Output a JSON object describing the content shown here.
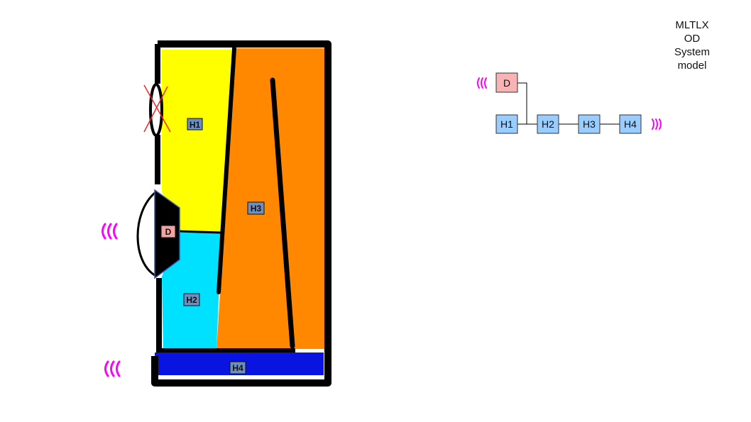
{
  "title": [
    "MLTLX",
    "OD",
    "System",
    "model"
  ],
  "cabinet": {
    "labels": {
      "h1": "H1",
      "h2": "H2",
      "h3": "H3",
      "h4": "H4",
      "d": "D"
    },
    "colors": {
      "h1": "#ffff00",
      "h2": "#00e0ff",
      "h3": "#ff8800",
      "h4": "#0a14e0",
      "driver": "#000000",
      "wall": "#000000",
      "label_bg_h": "#6a8fc0",
      "label_bg_d": "#f4a3a3"
    }
  },
  "system_model": {
    "nodes": {
      "d": "D",
      "h1": "H1",
      "h2": "H2",
      "h3": "H3",
      "h4": "H4"
    },
    "colors": {
      "d": "#f8b4b4",
      "h": "#99ccff",
      "sound": "#ff00ff"
    }
  }
}
